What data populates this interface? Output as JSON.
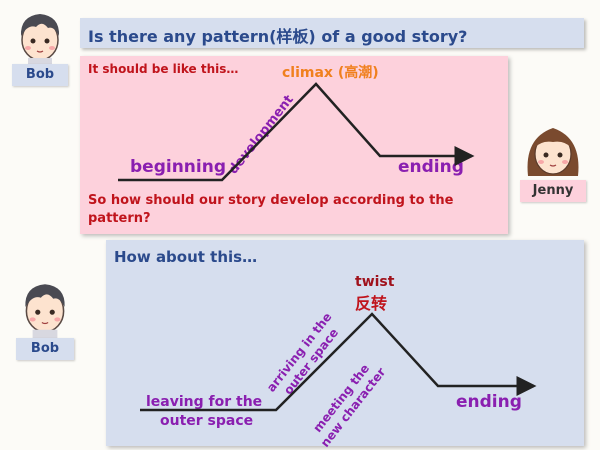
{
  "header": {
    "title": "Is there any pattern(样板) of a good story?"
  },
  "characters": {
    "bob_top": "Bob",
    "bob_bottom": "Bob",
    "jenny": "Jenny"
  },
  "story1": {
    "intro": "It should be like this…",
    "climax": "climax (高潮)",
    "beginning": "beginning",
    "development": "development",
    "ending": "ending",
    "question": "So how should our story develop according to the pattern?"
  },
  "story2": {
    "heading": "How about this…",
    "twist": "twist",
    "twist_cn": "反转",
    "leaving": "leaving for the",
    "outer_space": "outer space",
    "arriving_1": "arriving in the",
    "arriving_2": "outer space",
    "meeting_1": "meeting the",
    "meeting_2": "new character",
    "ending": "ending"
  },
  "colors": {
    "title_blue": "#2b4a8c",
    "pink_panel": "#fdd1dc",
    "blue_panel": "#d6deee",
    "red": "#c0141c",
    "purple": "#8a1fb0",
    "orange": "#f0801e"
  }
}
